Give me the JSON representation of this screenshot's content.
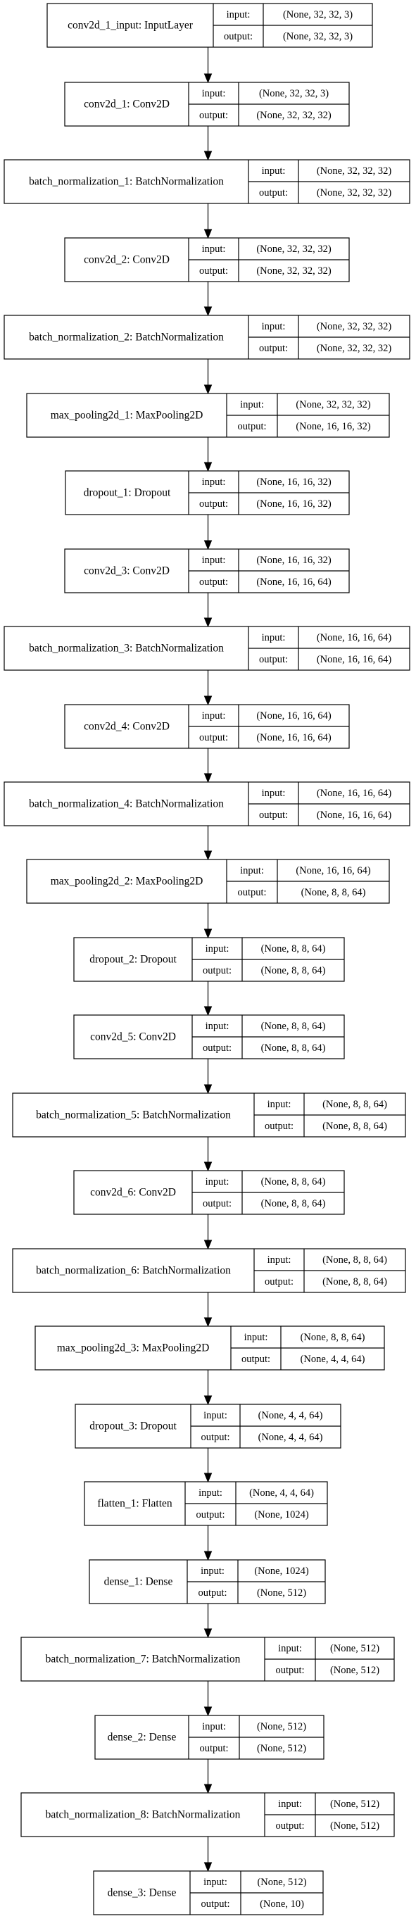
{
  "nodes": [
    {
      "name": "conv2d_1_input: InputLayer",
      "input_label": "input:",
      "input_shape": "(None, 32, 32, 3)",
      "output_label": "output:",
      "output_shape": "(None, 32, 32, 3)"
    },
    {
      "name": "conv2d_1: Conv2D",
      "input_label": "input:",
      "input_shape": "(None, 32, 32, 3)",
      "output_label": "output:",
      "output_shape": "(None, 32, 32, 32)"
    },
    {
      "name": "batch_normalization_1: BatchNormalization",
      "input_label": "input:",
      "input_shape": "(None, 32, 32, 32)",
      "output_label": "output:",
      "output_shape": "(None, 32, 32, 32)"
    },
    {
      "name": "conv2d_2: Conv2D",
      "input_label": "input:",
      "input_shape": "(None, 32, 32, 32)",
      "output_label": "output:",
      "output_shape": "(None, 32, 32, 32)"
    },
    {
      "name": "batch_normalization_2: BatchNormalization",
      "input_label": "input:",
      "input_shape": "(None, 32, 32, 32)",
      "output_label": "output:",
      "output_shape": "(None, 32, 32, 32)"
    },
    {
      "name": "max_pooling2d_1: MaxPooling2D",
      "input_label": "input:",
      "input_shape": "(None, 32, 32, 32)",
      "output_label": "output:",
      "output_shape": "(None, 16, 16, 32)"
    },
    {
      "name": "dropout_1: Dropout",
      "input_label": "input:",
      "input_shape": "(None, 16, 16, 32)",
      "output_label": "output:",
      "output_shape": "(None, 16, 16, 32)"
    },
    {
      "name": "conv2d_3: Conv2D",
      "input_label": "input:",
      "input_shape": "(None, 16, 16, 32)",
      "output_label": "output:",
      "output_shape": "(None, 16, 16, 64)"
    },
    {
      "name": "batch_normalization_3: BatchNormalization",
      "input_label": "input:",
      "input_shape": "(None, 16, 16, 64)",
      "output_label": "output:",
      "output_shape": "(None, 16, 16, 64)"
    },
    {
      "name": "conv2d_4: Conv2D",
      "input_label": "input:",
      "input_shape": "(None, 16, 16, 64)",
      "output_label": "output:",
      "output_shape": "(None, 16, 16, 64)"
    },
    {
      "name": "batch_normalization_4: BatchNormalization",
      "input_label": "input:",
      "input_shape": "(None, 16, 16, 64)",
      "output_label": "output:",
      "output_shape": "(None, 16, 16, 64)"
    },
    {
      "name": "max_pooling2d_2: MaxPooling2D",
      "input_label": "input:",
      "input_shape": "(None, 16, 16, 64)",
      "output_label": "output:",
      "output_shape": "(None, 8, 8, 64)"
    },
    {
      "name": "dropout_2: Dropout",
      "input_label": "input:",
      "input_shape": "(None, 8, 8, 64)",
      "output_label": "output:",
      "output_shape": "(None, 8, 8, 64)"
    },
    {
      "name": "conv2d_5: Conv2D",
      "input_label": "input:",
      "input_shape": "(None, 8, 8, 64)",
      "output_label": "output:",
      "output_shape": "(None, 8, 8, 64)"
    },
    {
      "name": "batch_normalization_5: BatchNormalization",
      "input_label": "input:",
      "input_shape": "(None, 8, 8, 64)",
      "output_label": "output:",
      "output_shape": "(None, 8, 8, 64)"
    },
    {
      "name": "conv2d_6: Conv2D",
      "input_label": "input:",
      "input_shape": "(None, 8, 8, 64)",
      "output_label": "output:",
      "output_shape": "(None, 8, 8, 64)"
    },
    {
      "name": "batch_normalization_6: BatchNormalization",
      "input_label": "input:",
      "input_shape": "(None, 8, 8, 64)",
      "output_label": "output:",
      "output_shape": "(None, 8, 8, 64)"
    },
    {
      "name": "max_pooling2d_3: MaxPooling2D",
      "input_label": "input:",
      "input_shape": "(None, 8, 8, 64)",
      "output_label": "output:",
      "output_shape": "(None, 4, 4, 64)"
    },
    {
      "name": "dropout_3: Dropout",
      "input_label": "input:",
      "input_shape": "(None, 4, 4, 64)",
      "output_label": "output:",
      "output_shape": "(None, 4, 4, 64)"
    },
    {
      "name": "flatten_1: Flatten",
      "input_label": "input:",
      "input_shape": "(None, 4, 4, 64)",
      "output_label": "output:",
      "output_shape": "(None, 1024)"
    },
    {
      "name": "dense_1: Dense",
      "input_label": "input:",
      "input_shape": "(None, 1024)",
      "output_label": "output:",
      "output_shape": "(None, 512)"
    },
    {
      "name": "batch_normalization_7: BatchNormalization",
      "input_label": "input:",
      "input_shape": "(None, 512)",
      "output_label": "output:",
      "output_shape": "(None, 512)"
    },
    {
      "name": "dense_2: Dense",
      "input_label": "input:",
      "input_shape": "(None, 512)",
      "output_label": "output:",
      "output_shape": "(None, 512)"
    },
    {
      "name": "batch_normalization_8: BatchNormalization",
      "input_label": "input:",
      "input_shape": "(None, 512)",
      "output_label": "output:",
      "output_shape": "(None, 512)"
    },
    {
      "name": "dense_3: Dense",
      "input_label": "input:",
      "input_shape": "(None, 512)",
      "output_label": "output:",
      "output_shape": "(None, 10)"
    }
  ]
}
